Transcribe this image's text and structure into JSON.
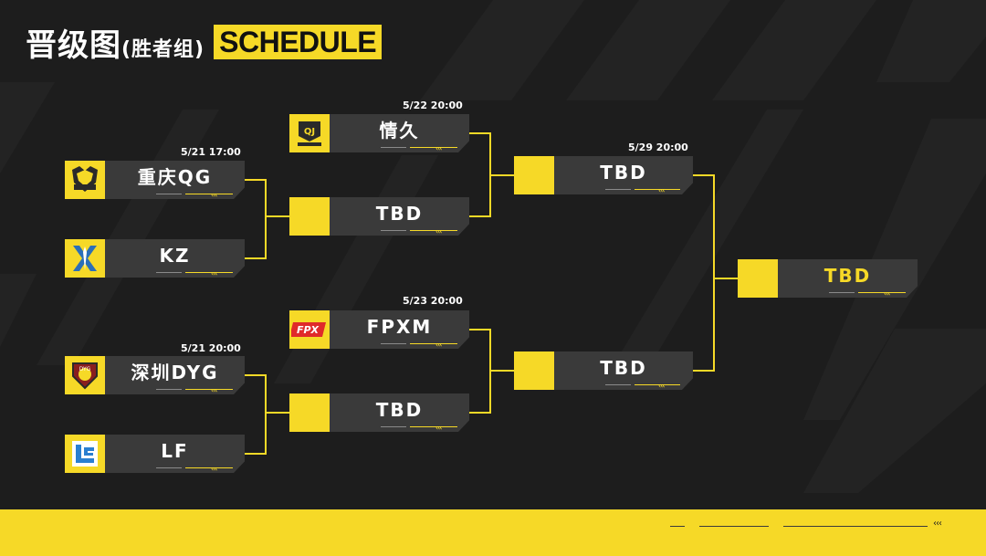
{
  "header": {
    "title_main": "晋级图",
    "title_sub": "(胜者组)",
    "title_tag": "SCHEDULE"
  },
  "matches": {
    "m1_date": "5/21 17:00",
    "m2_date": "5/21 20:00",
    "m3_date": "5/22 20:00",
    "m4_date": "5/23 20:00",
    "m5_date": "5/29 20:00"
  },
  "teams": {
    "qg": {
      "name": "重庆QG",
      "logo_icon": "qg-logo-icon"
    },
    "kz": {
      "name": "KZ",
      "logo_icon": "kz-logo-icon"
    },
    "dyg": {
      "name": "深圳DYG",
      "logo_icon": "dyg-logo-icon"
    },
    "lf": {
      "name": "LF",
      "logo_icon": "lf-logo-icon"
    },
    "qj": {
      "name": "情久",
      "logo_icon": "qj-logo-icon"
    },
    "fpxm": {
      "name": "FPXM",
      "logo_icon": "fpx-logo-icon"
    },
    "tbd_r2a": {
      "name": "TBD"
    },
    "tbd_r2b": {
      "name": "TBD"
    },
    "tbd_r3a": {
      "name": "TBD"
    },
    "tbd_r3b": {
      "name": "TBD"
    },
    "tbd_final": {
      "name": "TBD"
    }
  },
  "colors": {
    "accent": "#f6d927",
    "background": "#1d1d1d",
    "plate": "#3a3a3a",
    "text": "#ffffff"
  }
}
